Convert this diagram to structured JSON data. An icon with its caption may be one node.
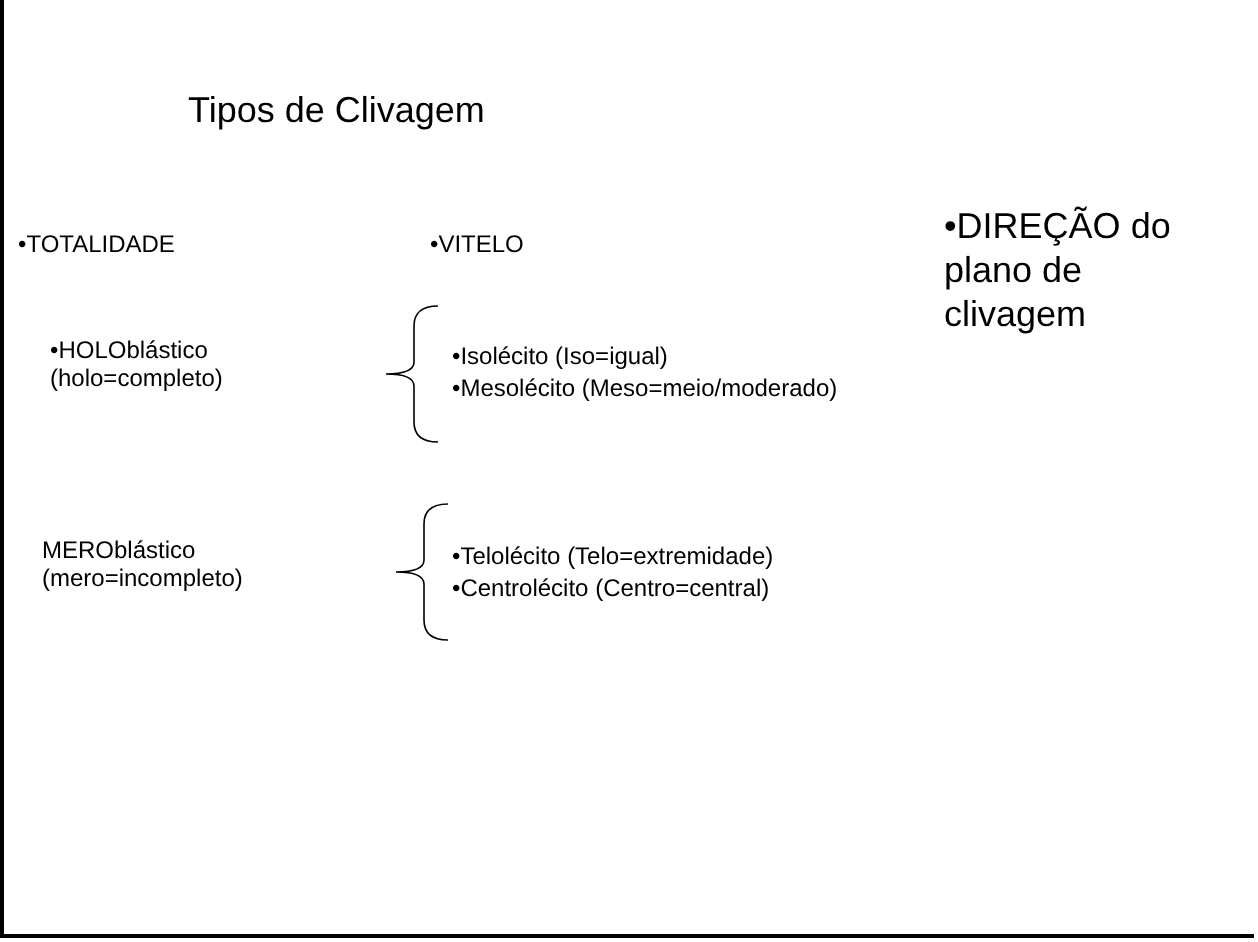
{
  "diagram": {
    "title": "Tipos de Clivagem",
    "labels": [
      "•TOTALIDADE",
      "•VITELO",
      "•DIREÇÃO do plano de clivagem",
      "•HOLOblástico (holo=completo)",
      "•Isolécito (Iso=igual)",
      "•Mesolécito (Meso=meio/moderado)",
      "MEROblástico (mero=incompleto)",
      "•Telolécito (Telo=extremidade)",
      "•Centrolécito (Centro=central)"
    ]
  }
}
